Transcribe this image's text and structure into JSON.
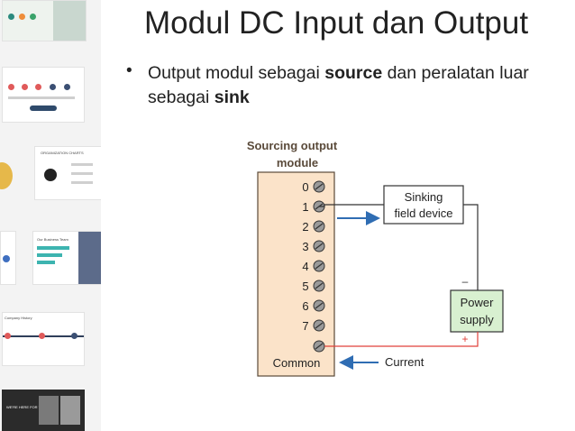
{
  "slide": {
    "title": "Modul DC Input dan Output",
    "bullet": {
      "marker": "•",
      "part1": "Output modul sebagai ",
      "bold1": "source",
      "part2": " dan peralatan luar sebagai ",
      "bold2": "sink"
    }
  },
  "diagram": {
    "module_title_line1": "Sourcing output",
    "module_title_line2": "module",
    "terminals": [
      "0",
      "1",
      "2",
      "3",
      "4",
      "5",
      "6",
      "7"
    ],
    "common_label": "Common",
    "sinking_line1": "Sinking",
    "sinking_line2": "field device",
    "power_line1": "Power",
    "power_line2": "supply",
    "minus": "–",
    "plus": "+",
    "current_label": "Current",
    "colors": {
      "module_fill": "#fbe3c9",
      "box_fill": "#ffffff",
      "power_fill": "#d8f0d0",
      "arrow": "#2f6db3",
      "wire_red": "#e0403a",
      "wire": "#333333",
      "label_color": "#5a4a3a"
    }
  },
  "thumbnails": {
    "org_chart_title": "ORGANIZATION CHARTS",
    "business_team_title": "Our Business Team",
    "company_history_title": "Company History",
    "tagline": "WE'RE HERE FOR YOU"
  }
}
